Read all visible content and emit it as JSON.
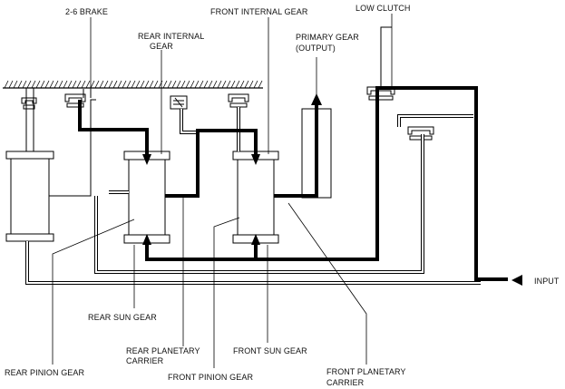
{
  "labels": {
    "brake_26": "2-6 BRAKE",
    "front_internal_gear": "FRONT INTERNAL GEAR",
    "low_clutch": "LOW CLUTCH",
    "rear_internal_gear_1": "REAR INTERNAL",
    "rear_internal_gear_2": "GEAR",
    "primary_gear_1": "PRIMARY GEAR",
    "primary_gear_2": "(OUTPUT)",
    "input": "INPUT",
    "rear_sun_gear": "REAR SUN GEAR",
    "rear_planetary_carrier_1": "REAR PLANETARY",
    "rear_planetary_carrier_2": "CARRIER",
    "front_sun_gear": "FRONT SUN GEAR",
    "rear_pinion_gear": "REAR PINION GEAR",
    "front_pinion_gear": "FRONT PINION GEAR",
    "front_planetary_carrier_1": "FRONT PLANETARY",
    "front_planetary_carrier_2": "CARRIER"
  }
}
